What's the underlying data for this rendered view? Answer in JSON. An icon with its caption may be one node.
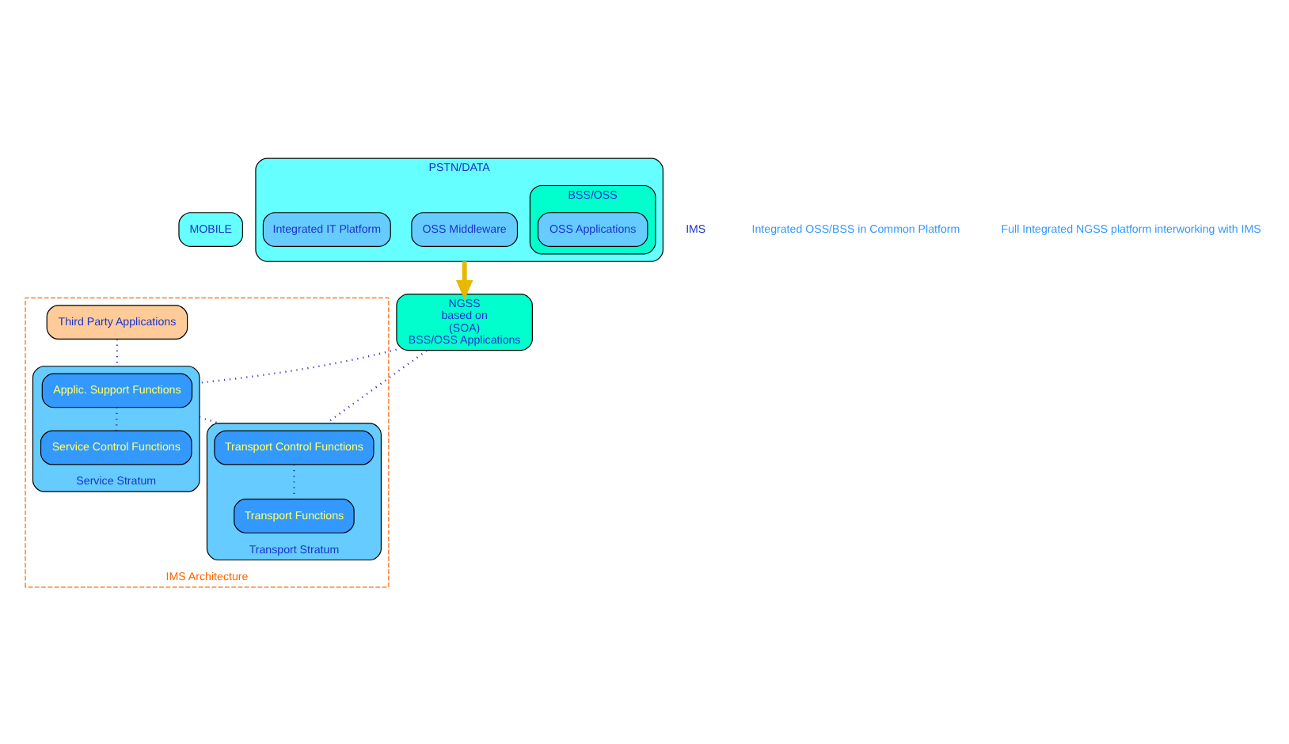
{
  "diagram": {
    "nodes": [
      {
        "text": [
          "MOBILE"
        ]
      },
      {
        "text": [
          "PSTN/DATA"
        ]
      },
      {
        "text": [
          "BSS/OSS"
        ],
        "in": 1
      },
      {
        "text": [
          "OSS Applications"
        ],
        "in": 2
      },
      {
        "text": [
          "OSS Middleware"
        ],
        "in": 1
      },
      {
        "text": [
          "Integrated IT Platform"
        ],
        "in": 1
      },
      {
        "text": [
          "NGSS",
          "based on",
          "(SOA)",
          "BSS/OSS Applications"
        ]
      },
      {
        "text": [
          "IMS Architecture"
        ]
      },
      {
        "text": [
          "Third Party Applications"
        ],
        "in": 7
      },
      {
        "text": [
          "Service Stratum"
        ],
        "in": 7
      },
      {
        "text": [
          "Applic. Support Functions"
        ],
        "in": 9
      },
      {
        "text": [
          "Service Control Functions"
        ],
        "in": 9
      },
      {
        "text": [
          "Transport Stratum"
        ],
        "in": 7
      },
      {
        "text": [
          "Transport Control Functions"
        ],
        "in": 12
      },
      {
        "text": [
          "Transport Functions"
        ],
        "in": 12
      }
    ],
    "edges": [
      {
        "from": 1,
        "to": 6,
        "arrow": "to",
        "style": "thick",
        "color": "#e6b800"
      },
      {
        "from": 6,
        "to": 9,
        "arrow": "none",
        "style": "dashed"
      },
      {
        "from": 6,
        "to": 12,
        "arrow": "none",
        "style": "dashed"
      },
      {
        "from": 8,
        "to": 9,
        "arrow": "none",
        "style": "dashed"
      },
      {
        "from": 10,
        "to": 11,
        "arrow": "none",
        "style": "dashed"
      },
      {
        "from": 9,
        "to": 12,
        "arrow": "none",
        "style": "dashed"
      },
      {
        "from": 13,
        "to": 14,
        "arrow": "none",
        "style": "dashed"
      }
    ],
    "labels": [
      "IMS",
      "Integrated OSS/BSS in Common Platform",
      "Full Integrated NGSS platform interworking with IMS"
    ]
  }
}
